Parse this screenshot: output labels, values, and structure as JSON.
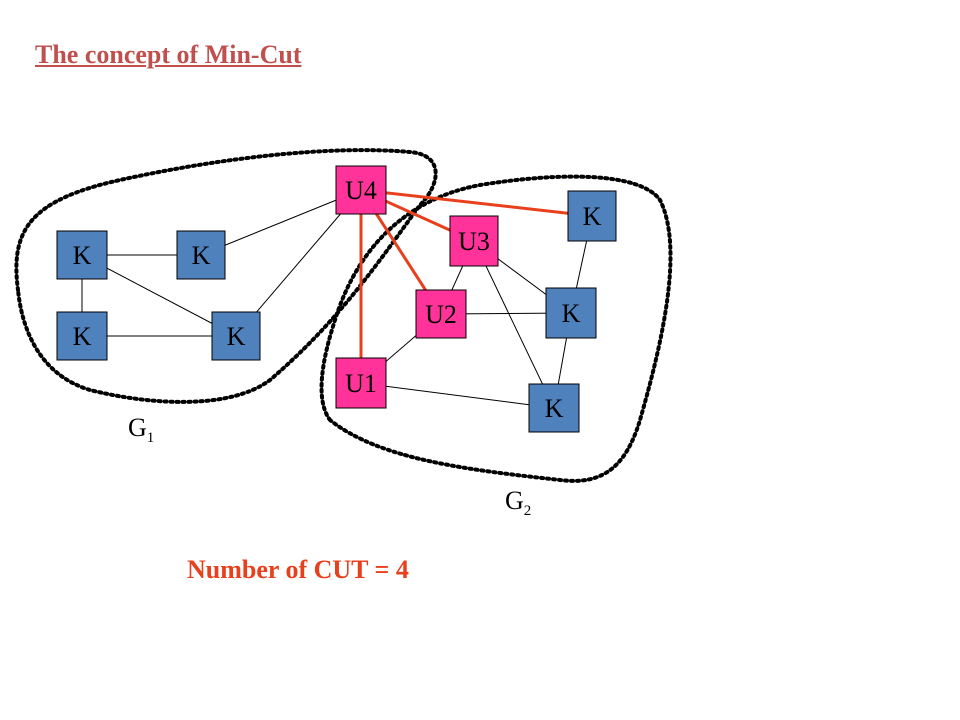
{
  "title": "The concept of Min-Cut",
  "cut_summary": "Number of CUT = 4",
  "group_labels": {
    "g1": {
      "base": "G",
      "sub": "1"
    },
    "g2": {
      "base": "G",
      "sub": "2"
    }
  },
  "nodes": [
    {
      "id": "u4",
      "label": "U4",
      "kind": "selected"
    },
    {
      "id": "u3",
      "label": "U3",
      "kind": "selected"
    },
    {
      "id": "u2",
      "label": "U2",
      "kind": "selected"
    },
    {
      "id": "u1",
      "label": "U1",
      "kind": "selected"
    },
    {
      "id": "k1",
      "label": "K",
      "kind": "normal"
    },
    {
      "id": "k2",
      "label": "K",
      "kind": "normal"
    },
    {
      "id": "k3",
      "label": "K",
      "kind": "normal"
    },
    {
      "id": "k4",
      "label": "K",
      "kind": "normal"
    },
    {
      "id": "k5",
      "label": "K",
      "kind": "normal"
    },
    {
      "id": "k6",
      "label": "K",
      "kind": "normal"
    },
    {
      "id": "k7",
      "label": "K",
      "kind": "normal"
    }
  ],
  "edges": [
    {
      "from": "k1",
      "to": "k2",
      "cut": false
    },
    {
      "from": "k1",
      "to": "k3",
      "cut": false
    },
    {
      "from": "k1",
      "to": "k4",
      "cut": false
    },
    {
      "from": "k3",
      "to": "k4",
      "cut": false
    },
    {
      "from": "k2",
      "to": "u4",
      "cut": false
    },
    {
      "from": "k4",
      "to": "u4",
      "cut": false
    },
    {
      "from": "u3",
      "to": "u2",
      "cut": false
    },
    {
      "from": "u3",
      "to": "k6",
      "cut": false
    },
    {
      "from": "u3",
      "to": "k7",
      "cut": false
    },
    {
      "from": "u2",
      "to": "k6",
      "cut": false
    },
    {
      "from": "u2",
      "to": "u1",
      "cut": false
    },
    {
      "from": "u1",
      "to": "k7",
      "cut": false
    },
    {
      "from": "k5",
      "to": "k6",
      "cut": false
    },
    {
      "from": "k6",
      "to": "k7",
      "cut": false
    },
    {
      "from": "u4",
      "to": "k5",
      "cut": true
    },
    {
      "from": "u4",
      "to": "u3",
      "cut": true
    },
    {
      "from": "u4",
      "to": "u2",
      "cut": true
    },
    {
      "from": "u4",
      "to": "u1",
      "cut": true
    }
  ],
  "colors": {
    "title": "#c0504d",
    "cut_text": "#e8401c",
    "selected_fill": "#ff3399",
    "normal_fill": "#4f81bd",
    "edge": "#000000",
    "cut_edge": "#e8401c"
  }
}
